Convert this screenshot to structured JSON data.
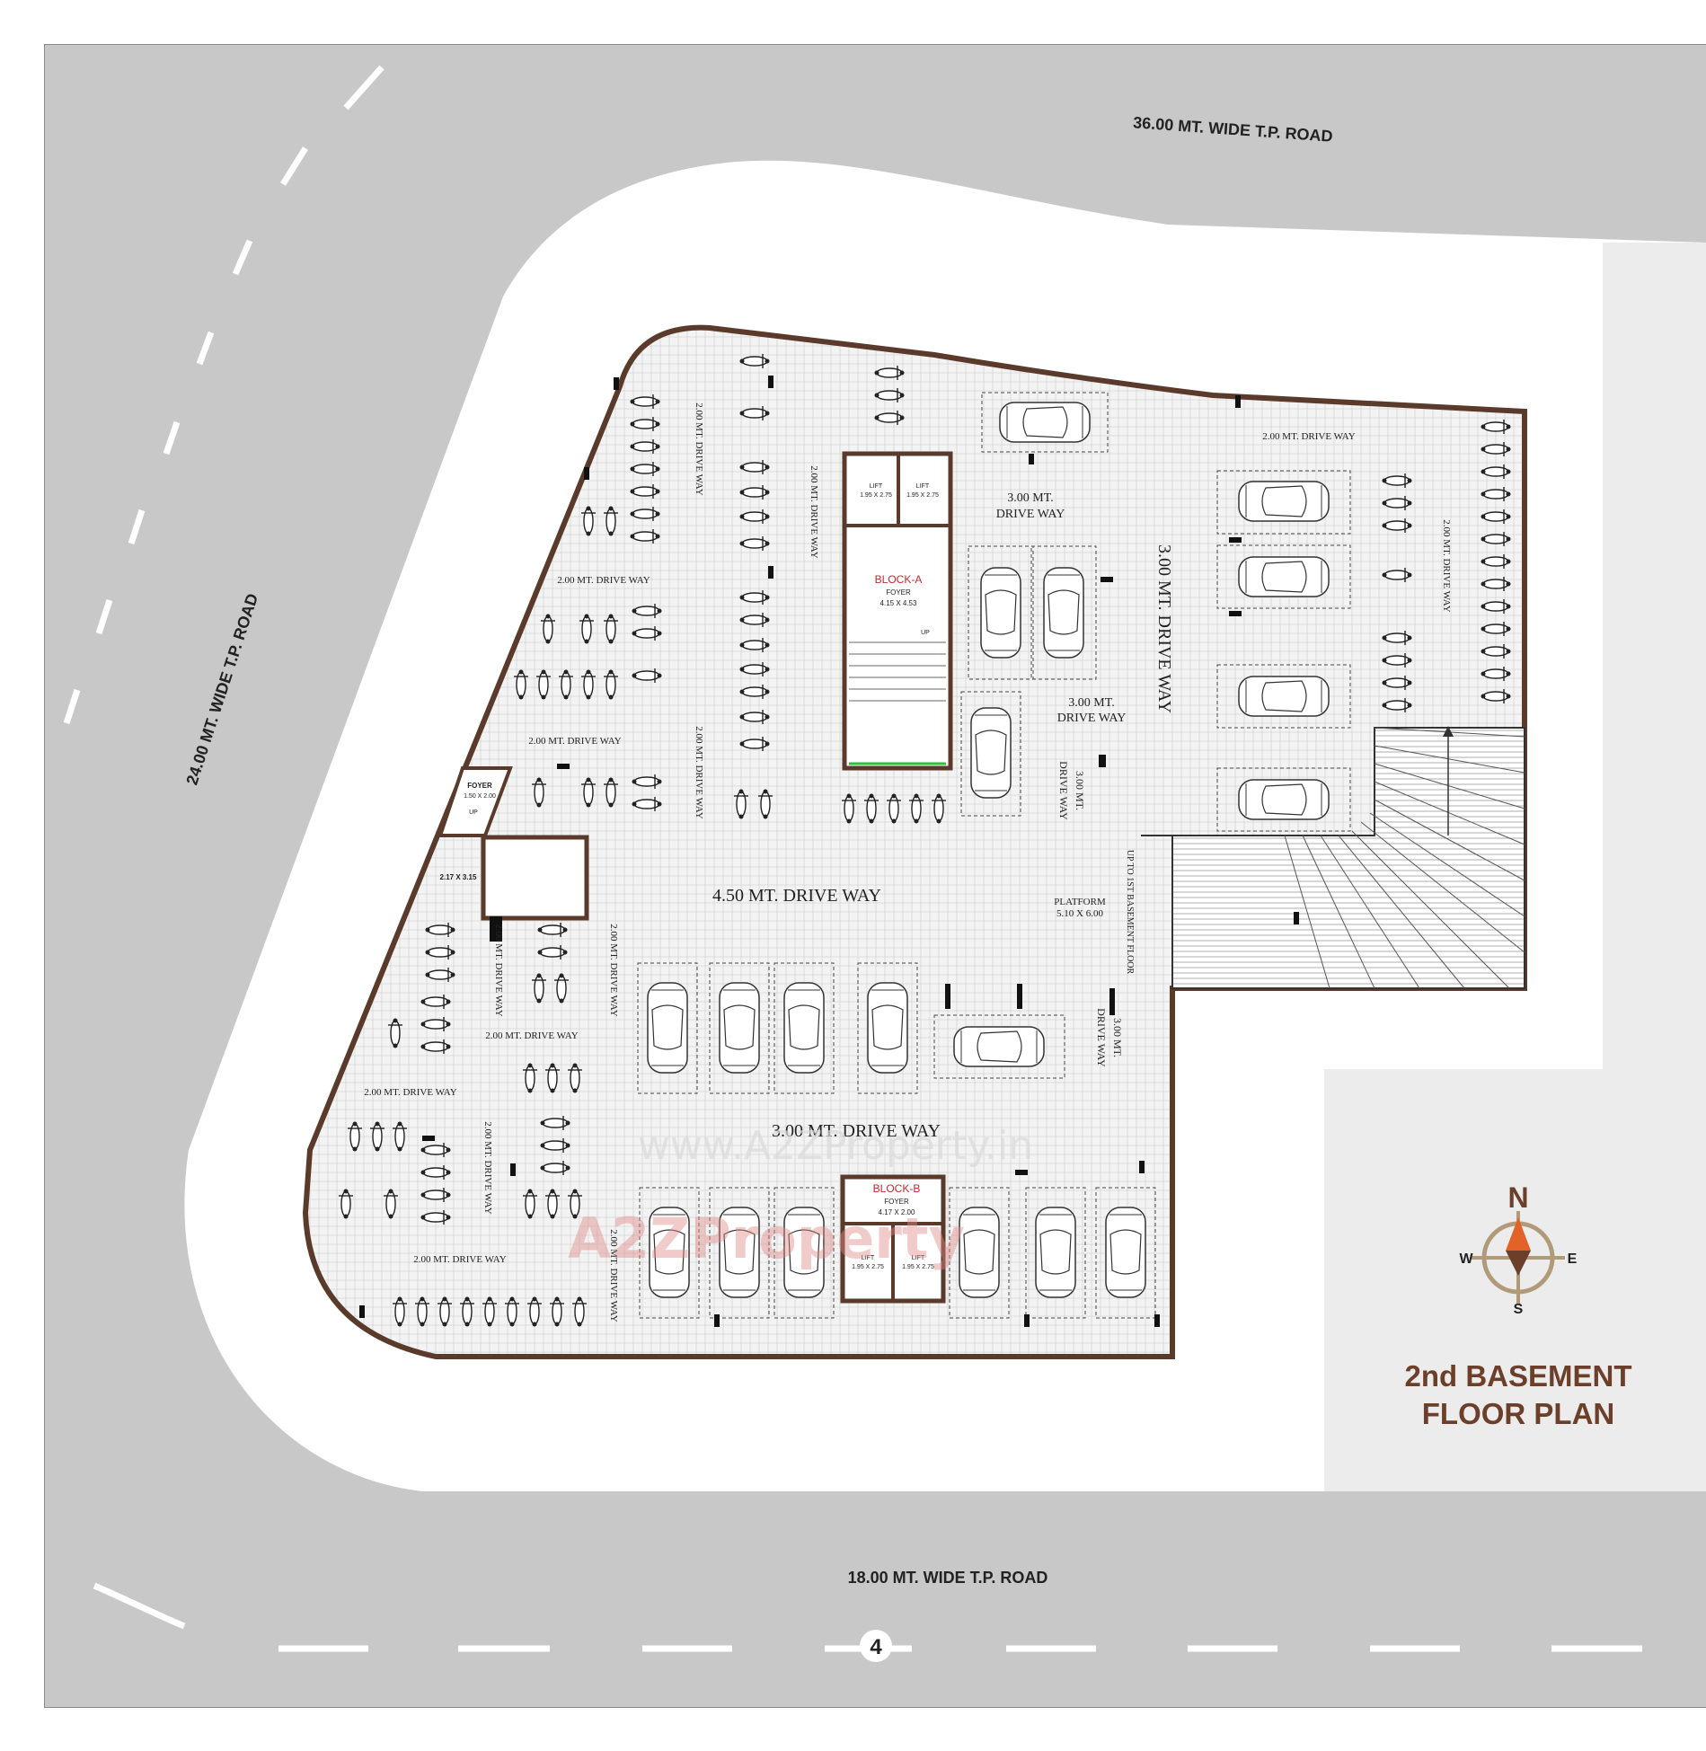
{
  "roads": {
    "north": "36.00 MT. WIDE T.P. ROAD",
    "west": "24.00 MT. WIDE T.P. ROAD",
    "south": "18.00 MT. WIDE T.P. ROAD"
  },
  "driveways": {
    "main_450": "4.50 MT. DRIVE WAY",
    "lower_300": "3.00 MT. DRIVE WAY",
    "east_300": "3.00 MT. DRIVE WAY",
    "mid_300a": "3.00 MT.",
    "mid_300a_b": "DRIVE WAY",
    "mid_300b": "3.00 MT.",
    "mid_300b_b": "DRIVE WAY",
    "vert_300_mid": "3.00 MT.",
    "vert_300_mid_b": "DRIVE WAY",
    "vert_300_low": "3.00 MT.",
    "vert_300_low_b": "DRIVE WAY",
    "two_m": "2.00 MT. DRIVE WAY"
  },
  "block_a": {
    "name": "BLOCK-A",
    "foyer": "FOYER",
    "size": "4.15 X 4.53",
    "lift": "LIFT",
    "lift_size": "1.95 X 2.75",
    "up": "UP"
  },
  "block_b": {
    "name": "BLOCK-B",
    "foyer": "FOYER",
    "size": "4.17 X 2.00",
    "lift": "LIFT",
    "lift_size": "1.95 X 2.75"
  },
  "west_foyer": {
    "label": "FOYER",
    "size": "1.50 X 2.00",
    "stair_size": "2.17 X 3.15",
    "up": "UP"
  },
  "platform": {
    "label": "PLATFORM",
    "size": "5.10 X 6.00"
  },
  "ramp_label": "UP TO 1ST BASEMENT FLOOR",
  "compass": {
    "n": "N",
    "s": "S",
    "e": "E",
    "w": "W"
  },
  "title": {
    "line1": "2nd BASEMENT",
    "line2": "FLOOR PLAN"
  },
  "page_number": "4",
  "watermark": {
    "url": "www.A2ZProperty.in",
    "brand": "A2ZProperty"
  },
  "colors": {
    "road": "#c8c8c8",
    "wall": "#5a3a2a",
    "title": "#6b3f2a",
    "accent": "#e2622a"
  }
}
